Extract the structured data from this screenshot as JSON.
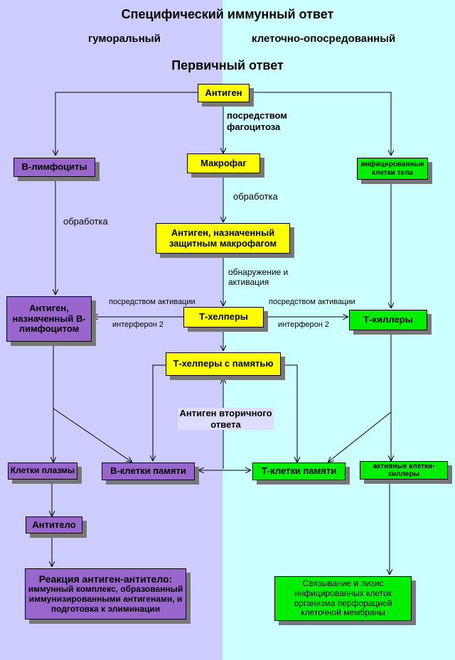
{
  "title": "Специфический иммунный ответ",
  "branches": {
    "left": "гуморальный",
    "right": "клеточно-опосредованный"
  },
  "section": "Первичный ответ",
  "boxes": {
    "antigen": "Антиген",
    "bcells": "В-лимфоциты",
    "macrophage": "Макрофаг",
    "infected": "инфицированные клетки тела",
    "antigen_macro": "Антиген, назначенный защитным макрофагом",
    "antigen_b": "Антиген, назначенный В-лимфоцитом",
    "thelpers": "Т-хелперы",
    "tkillers": "Т-киллеры",
    "thelpers_mem": "Т-хелперы с памятью",
    "plasma": "Клетки плазмы",
    "bmem": "В-клетки памяти",
    "tmem": "Т-клетки памяти",
    "active_killers": "активные клетки-киллеры",
    "antibody": "Антитело",
    "reaction_title": "Реакция антиген-антитело:",
    "reaction_body": "иммунный комплекс, образованный иммунизированными антигенами, и подготовка к элиминации",
    "lysis": "Связывание и лизис инфицированных клеток организма перфорацией клеточной мембраны"
  },
  "labels": {
    "phago": "посредством фагоцитоза",
    "proc1": "обработка",
    "proc2": "обработка",
    "detect": "обнаружение и активация",
    "act_left": "посредством активации",
    "ifn_left": "интерферон 2",
    "act_right": "посредством активации",
    "ifn_right": "интерферон 2",
    "secondary": "Антиген вторичного ответа"
  },
  "colors": {
    "left_bg": "#ccccff",
    "right_bg": "#ccffff",
    "yellow": "#ffff00",
    "purple": "#9966cc",
    "green": "#00ee00"
  }
}
